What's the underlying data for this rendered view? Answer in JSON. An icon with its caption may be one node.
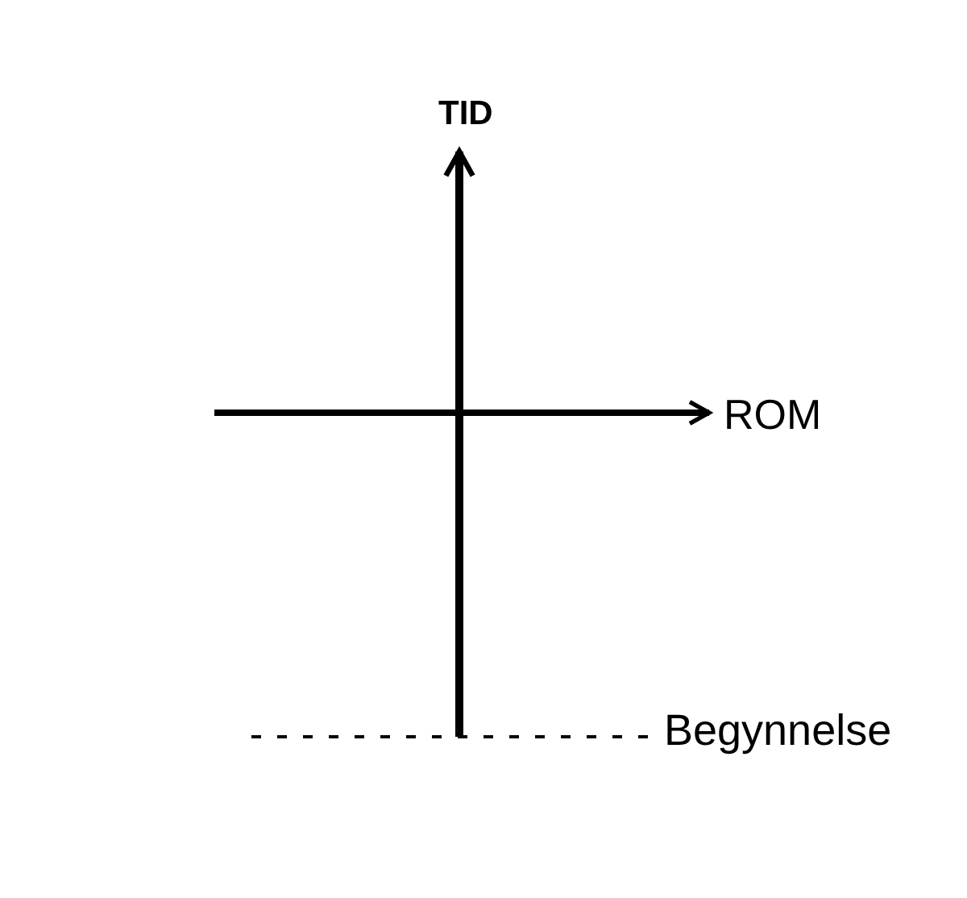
{
  "diagram": {
    "labels": [
      "TID",
      "ROM",
      "Begynnelse"
    ]
  }
}
